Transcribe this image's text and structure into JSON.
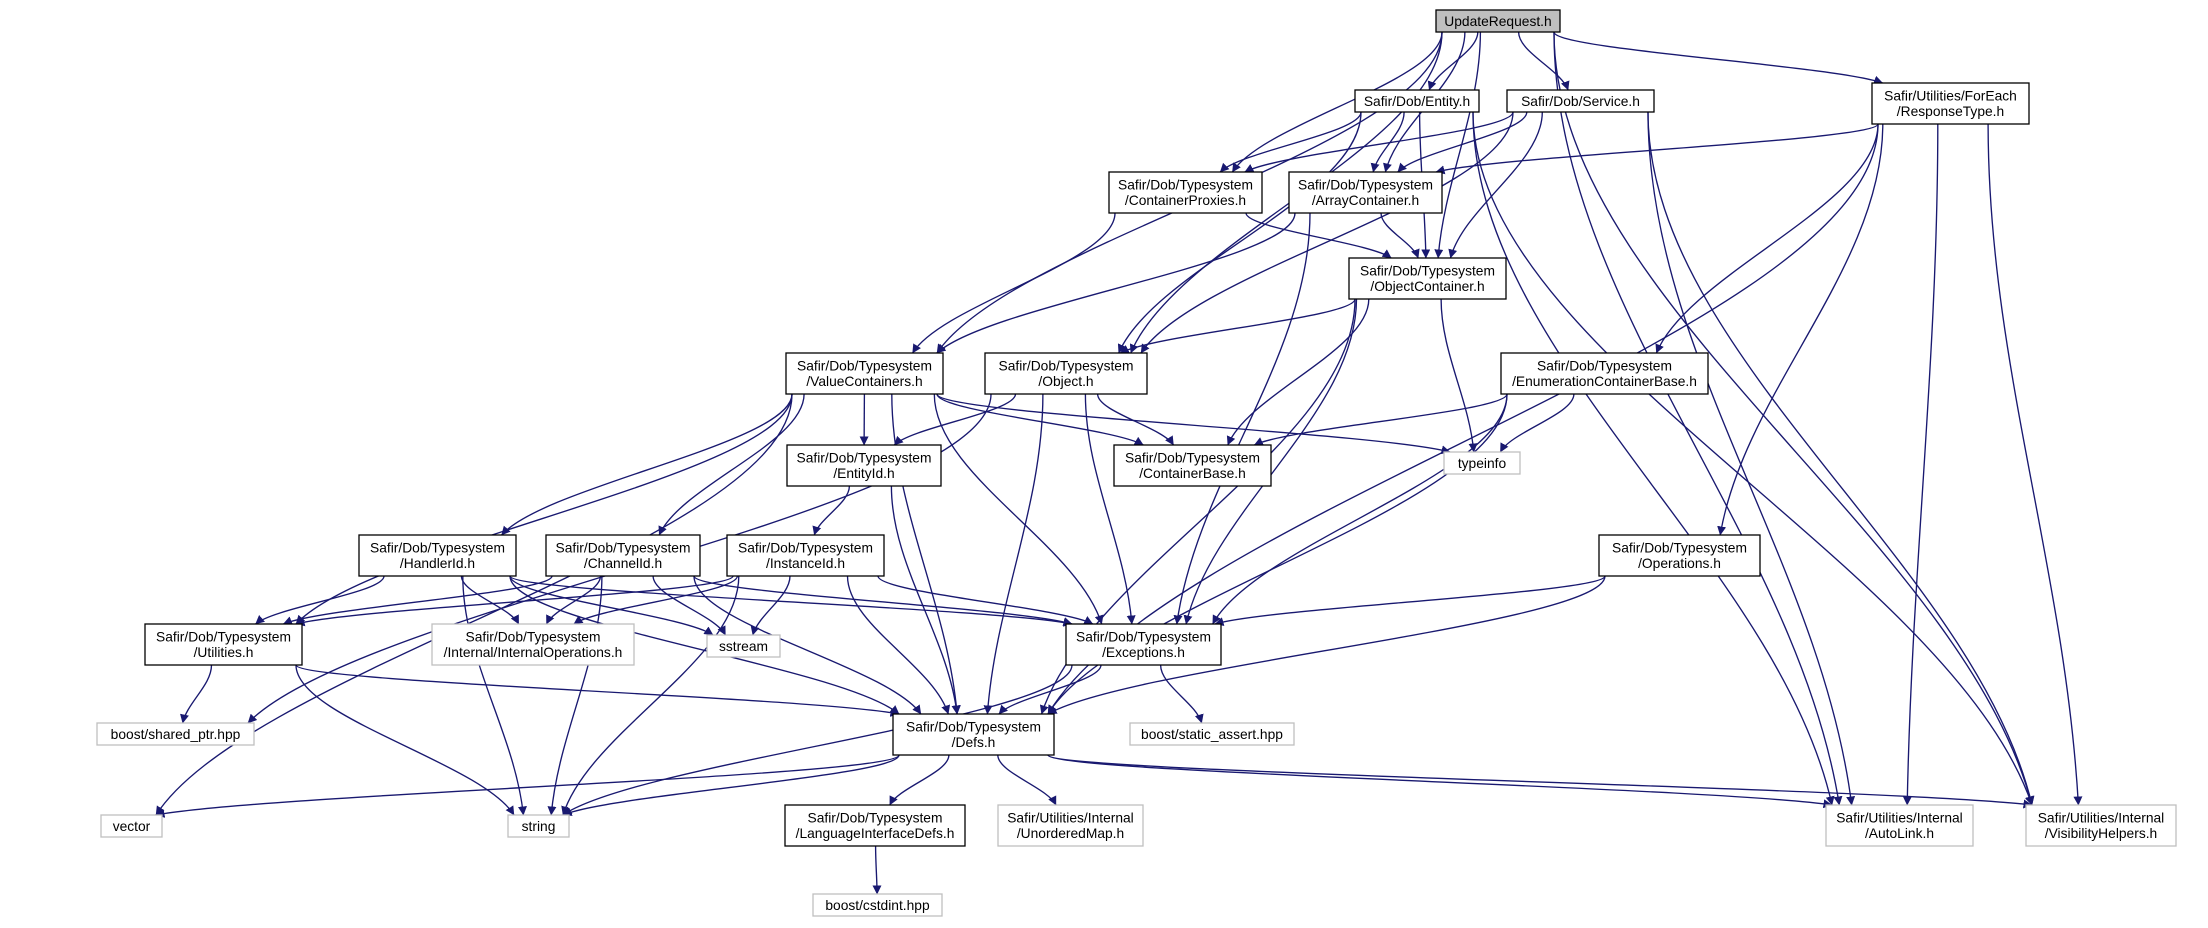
{
  "colors": {
    "edge": "#191970",
    "root_fill": "#bfbfbf",
    "root_stroke": "#000000",
    "node_stroke": "#000000",
    "external_stroke": "#bfbfbf",
    "background": "#ffffff"
  },
  "nodes": [
    {
      "id": "update_request",
      "kind": "root",
      "lines": [
        "UpdateRequest.h"
      ]
    },
    {
      "id": "entity",
      "kind": "normal",
      "lines": [
        "Safir/Dob/Entity.h"
      ]
    },
    {
      "id": "service",
      "kind": "normal",
      "lines": [
        "Safir/Dob/Service.h"
      ]
    },
    {
      "id": "foreach",
      "kind": "normal",
      "lines": [
        "Safir/Utilities/ForEach",
        "/ResponseType.h"
      ]
    },
    {
      "id": "container_proxies",
      "kind": "normal",
      "lines": [
        "Safir/Dob/Typesystem",
        "/ContainerProxies.h"
      ]
    },
    {
      "id": "array_container",
      "kind": "normal",
      "lines": [
        "Safir/Dob/Typesystem",
        "/ArrayContainer.h"
      ]
    },
    {
      "id": "object_container",
      "kind": "normal",
      "lines": [
        "Safir/Dob/Typesystem",
        "/ObjectContainer.h"
      ]
    },
    {
      "id": "value_containers",
      "kind": "normal",
      "lines": [
        "Safir/Dob/Typesystem",
        "/ValueContainers.h"
      ]
    },
    {
      "id": "object",
      "kind": "normal",
      "lines": [
        "Safir/Dob/Typesystem",
        "/Object.h"
      ]
    },
    {
      "id": "enum_container_base",
      "kind": "normal",
      "lines": [
        "Safir/Dob/Typesystem",
        "/EnumerationContainerBase.h"
      ]
    },
    {
      "id": "entity_id",
      "kind": "normal",
      "lines": [
        "Safir/Dob/Typesystem",
        "/EntityId.h"
      ]
    },
    {
      "id": "container_base",
      "kind": "normal",
      "lines": [
        "Safir/Dob/Typesystem",
        "/ContainerBase.h"
      ]
    },
    {
      "id": "typeinfo",
      "kind": "external",
      "lines": [
        "typeinfo"
      ]
    },
    {
      "id": "handler_id",
      "kind": "normal",
      "lines": [
        "Safir/Dob/Typesystem",
        "/HandlerId.h"
      ]
    },
    {
      "id": "channel_id",
      "kind": "normal",
      "lines": [
        "Safir/Dob/Typesystem",
        "/ChannelId.h"
      ]
    },
    {
      "id": "instance_id",
      "kind": "normal",
      "lines": [
        "Safir/Dob/Typesystem",
        "/InstanceId.h"
      ]
    },
    {
      "id": "operations",
      "kind": "normal",
      "lines": [
        "Safir/Dob/Typesystem",
        "/Operations.h"
      ]
    },
    {
      "id": "utilities",
      "kind": "normal",
      "lines": [
        "Safir/Dob/Typesystem",
        "/Utilities.h"
      ]
    },
    {
      "id": "internal_ops",
      "kind": "external",
      "lines": [
        "Safir/Dob/Typesystem",
        "/Internal/InternalOperations.h"
      ]
    },
    {
      "id": "sstream",
      "kind": "external",
      "lines": [
        "sstream"
      ]
    },
    {
      "id": "exceptions",
      "kind": "normal",
      "lines": [
        "Safir/Dob/Typesystem",
        "/Exceptions.h"
      ]
    },
    {
      "id": "shared_ptr",
      "kind": "external",
      "lines": [
        "boost/shared_ptr.hpp"
      ]
    },
    {
      "id": "defs",
      "kind": "normal",
      "lines": [
        "Safir/Dob/Typesystem",
        "/Defs.h"
      ]
    },
    {
      "id": "static_assert",
      "kind": "external",
      "lines": [
        "boost/static_assert.hpp"
      ]
    },
    {
      "id": "vector",
      "kind": "external",
      "lines": [
        "vector"
      ]
    },
    {
      "id": "string",
      "kind": "external",
      "lines": [
        "string"
      ]
    },
    {
      "id": "lang_iface_defs",
      "kind": "normal",
      "lines": [
        "Safir/Dob/Typesystem",
        "/LanguageInterfaceDefs.h"
      ]
    },
    {
      "id": "unordered_map",
      "kind": "external",
      "lines": [
        "Safir/Utilities/Internal",
        "/UnorderedMap.h"
      ]
    },
    {
      "id": "autolink",
      "kind": "external",
      "lines": [
        "Safir/Utilities/Internal",
        "/AutoLink.h"
      ]
    },
    {
      "id": "visibility",
      "kind": "external",
      "lines": [
        "Safir/Utilities/Internal",
        "/VisibilityHelpers.h"
      ]
    },
    {
      "id": "cstdint",
      "kind": "external",
      "lines": [
        "boost/cstdint.hpp"
      ]
    }
  ],
  "edges": [
    [
      "update_request",
      "entity"
    ],
    [
      "update_request",
      "service"
    ],
    [
      "update_request",
      "foreach"
    ],
    [
      "update_request",
      "container_proxies"
    ],
    [
      "update_request",
      "array_container"
    ],
    [
      "update_request",
      "object_container"
    ],
    [
      "update_request",
      "value_containers"
    ],
    [
      "update_request",
      "object"
    ],
    [
      "update_request",
      "autolink"
    ],
    [
      "update_request",
      "visibility"
    ],
    [
      "entity",
      "container_proxies"
    ],
    [
      "entity",
      "array_container"
    ],
    [
      "entity",
      "object_container"
    ],
    [
      "entity",
      "object"
    ],
    [
      "entity",
      "autolink"
    ],
    [
      "entity",
      "visibility"
    ],
    [
      "service",
      "container_proxies"
    ],
    [
      "service",
      "array_container"
    ],
    [
      "service",
      "object_container"
    ],
    [
      "service",
      "object"
    ],
    [
      "service",
      "autolink"
    ],
    [
      "service",
      "visibility"
    ],
    [
      "foreach",
      "array_container"
    ],
    [
      "foreach",
      "enum_container_base"
    ],
    [
      "foreach",
      "operations"
    ],
    [
      "foreach",
      "defs"
    ],
    [
      "foreach",
      "autolink"
    ],
    [
      "foreach",
      "visibility"
    ],
    [
      "container_proxies",
      "value_containers"
    ],
    [
      "container_proxies",
      "object_container"
    ],
    [
      "array_container",
      "object_container"
    ],
    [
      "array_container",
      "value_containers"
    ],
    [
      "array_container",
      "exceptions"
    ],
    [
      "object_container",
      "object"
    ],
    [
      "object_container",
      "container_base"
    ],
    [
      "object_container",
      "typeinfo"
    ],
    [
      "object_container",
      "exceptions"
    ],
    [
      "object_container",
      "defs"
    ],
    [
      "value_containers",
      "entity_id"
    ],
    [
      "value_containers",
      "container_base"
    ],
    [
      "value_containers",
      "typeinfo"
    ],
    [
      "value_containers",
      "handler_id"
    ],
    [
      "value_containers",
      "channel_id"
    ],
    [
      "value_containers",
      "utilities"
    ],
    [
      "value_containers",
      "exceptions"
    ],
    [
      "value_containers",
      "defs"
    ],
    [
      "value_containers",
      "vector"
    ],
    [
      "object",
      "entity_id"
    ],
    [
      "object",
      "container_base"
    ],
    [
      "object",
      "exceptions"
    ],
    [
      "object",
      "defs"
    ],
    [
      "object",
      "shared_ptr"
    ],
    [
      "enum_container_base",
      "container_base"
    ],
    [
      "enum_container_base",
      "typeinfo"
    ],
    [
      "enum_container_base",
      "exceptions"
    ],
    [
      "enum_container_base",
      "defs"
    ],
    [
      "entity_id",
      "instance_id"
    ],
    [
      "entity_id",
      "defs"
    ],
    [
      "handler_id",
      "utilities"
    ],
    [
      "handler_id",
      "internal_ops"
    ],
    [
      "handler_id",
      "sstream"
    ],
    [
      "handler_id",
      "exceptions"
    ],
    [
      "handler_id",
      "defs"
    ],
    [
      "handler_id",
      "string"
    ],
    [
      "channel_id",
      "utilities"
    ],
    [
      "channel_id",
      "internal_ops"
    ],
    [
      "channel_id",
      "sstream"
    ],
    [
      "channel_id",
      "exceptions"
    ],
    [
      "channel_id",
      "defs"
    ],
    [
      "channel_id",
      "string"
    ],
    [
      "instance_id",
      "utilities"
    ],
    [
      "instance_id",
      "internal_ops"
    ],
    [
      "instance_id",
      "sstream"
    ],
    [
      "instance_id",
      "exceptions"
    ],
    [
      "instance_id",
      "defs"
    ],
    [
      "instance_id",
      "string"
    ],
    [
      "operations",
      "exceptions"
    ],
    [
      "operations",
      "defs"
    ],
    [
      "utilities",
      "shared_ptr"
    ],
    [
      "utilities",
      "defs"
    ],
    [
      "utilities",
      "string"
    ],
    [
      "exceptions",
      "defs"
    ],
    [
      "exceptions",
      "static_assert"
    ],
    [
      "exceptions",
      "string"
    ],
    [
      "defs",
      "vector"
    ],
    [
      "defs",
      "string"
    ],
    [
      "defs",
      "lang_iface_defs"
    ],
    [
      "defs",
      "unordered_map"
    ],
    [
      "defs",
      "autolink"
    ],
    [
      "defs",
      "visibility"
    ],
    [
      "lang_iface_defs",
      "cstdint"
    ]
  ]
}
